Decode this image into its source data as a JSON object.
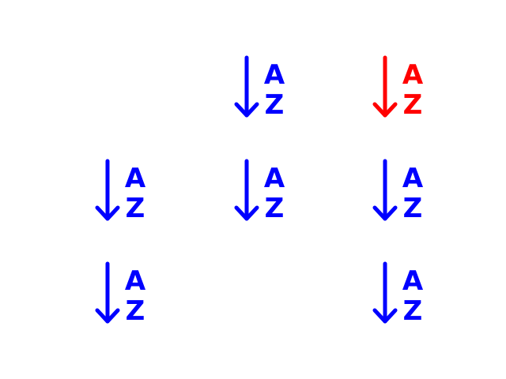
{
  "icon_grid": {
    "normal_color": "#0000ff",
    "highlight_color": "#ff0000",
    "icons": [
      {
        "id": "r1c2",
        "icon": "sort-a-z-icon",
        "top_letter": "A",
        "bottom_letter": "Z",
        "highlighted": false
      },
      {
        "id": "r1c3",
        "icon": "sort-a-z-icon",
        "top_letter": "A",
        "bottom_letter": "Z",
        "highlighted": true
      },
      {
        "id": "r2c1",
        "icon": "sort-a-z-icon",
        "top_letter": "A",
        "bottom_letter": "Z",
        "highlighted": false
      },
      {
        "id": "r2c2",
        "icon": "sort-a-z-icon",
        "top_letter": "A",
        "bottom_letter": "Z",
        "highlighted": false
      },
      {
        "id": "r2c3",
        "icon": "sort-a-z-icon",
        "top_letter": "A",
        "bottom_letter": "Z",
        "highlighted": false
      },
      {
        "id": "r3c1",
        "icon": "sort-a-z-icon",
        "top_letter": "A",
        "bottom_letter": "Z",
        "highlighted": false
      },
      {
        "id": "r3c3",
        "icon": "sort-a-z-icon",
        "top_letter": "A",
        "bottom_letter": "Z",
        "highlighted": false
      }
    ]
  }
}
